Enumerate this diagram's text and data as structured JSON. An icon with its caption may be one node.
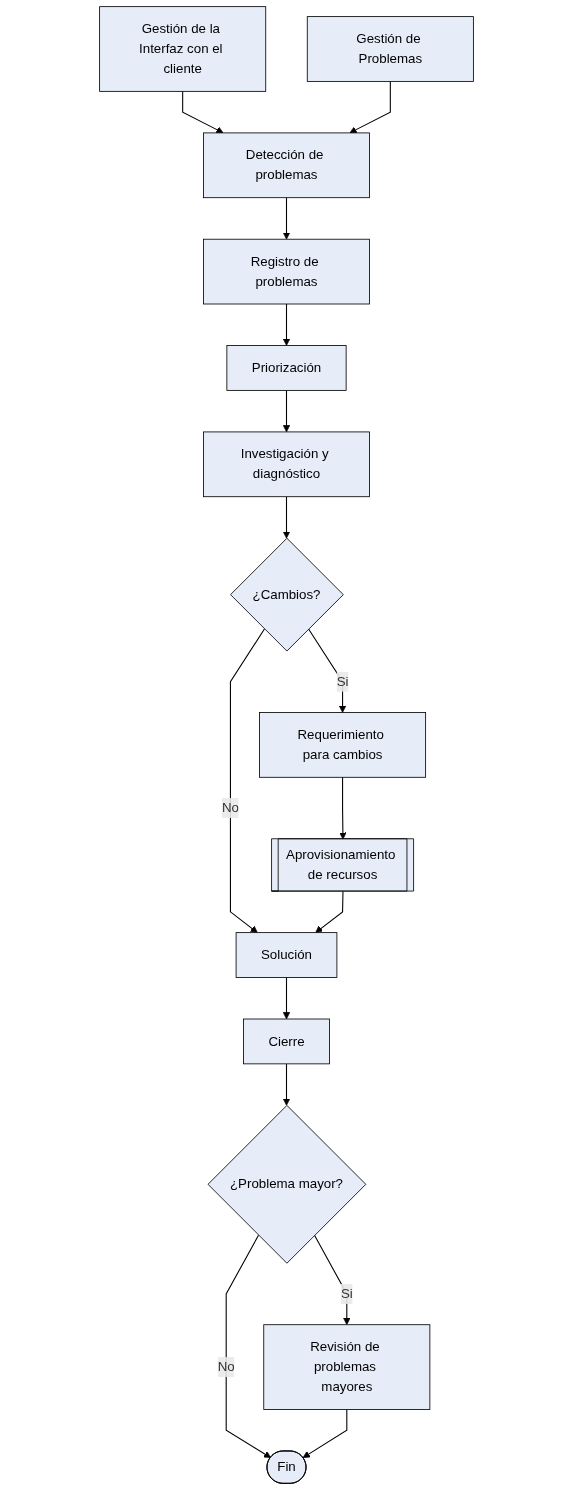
{
  "diagram": {
    "nodes": [
      {
        "text": [
          "Gestión de la Interfaz con el cliente"
        ]
      },
      {
        "text": [
          "Gestión de Problemas"
        ]
      },
      {
        "text": [
          "Detección de problemas"
        ]
      },
      {
        "text": [
          "Registro de problemas"
        ]
      },
      {
        "text": [
          "Priorización"
        ]
      },
      {
        "text": [
          "Investigación y diagnóstico"
        ]
      },
      {
        "text": [
          "¿Cambios?"
        ]
      },
      {
        "text": [
          "Requerimiento para cambios"
        ]
      },
      {
        "text": [
          "Solución"
        ]
      },
      {
        "text": [
          "Aprovisionamiento de recursos"
        ]
      },
      {
        "text": [
          "Cierre"
        ]
      },
      {
        "text": [
          "¿Problema mayor?"
        ]
      },
      {
        "text": [
          "Revisión de problemas mayores"
        ]
      },
      {
        "text": [
          "Fin"
        ]
      }
    ],
    "edges": [
      {
        "from": 0,
        "to": 2,
        "arrow": "to"
      },
      {
        "from": 1,
        "to": 2,
        "arrow": "to"
      },
      {
        "from": 2,
        "to": 3,
        "arrow": "to"
      },
      {
        "from": 3,
        "to": 4,
        "arrow": "to"
      },
      {
        "from": 4,
        "to": 5,
        "arrow": "to"
      },
      {
        "from": 5,
        "to": 6,
        "arrow": "to"
      },
      {
        "from": 6,
        "to": 7,
        "arrow": "to",
        "label": "Si"
      },
      {
        "from": 6,
        "to": 8,
        "arrow": "to",
        "label": "No"
      },
      {
        "from": 7,
        "to": 9,
        "arrow": "to"
      },
      {
        "from": 9,
        "to": 8,
        "arrow": "to"
      },
      {
        "from": 8,
        "to": 10,
        "arrow": "to"
      },
      {
        "from": 10,
        "to": 11,
        "arrow": "to"
      },
      {
        "from": 11,
        "to": 12,
        "arrow": "to",
        "label": "Si"
      },
      {
        "from": 11,
        "to": 13,
        "arrow": "to",
        "label": "No"
      },
      {
        "from": 12,
        "to": 13,
        "arrow": "to"
      }
    ]
  }
}
